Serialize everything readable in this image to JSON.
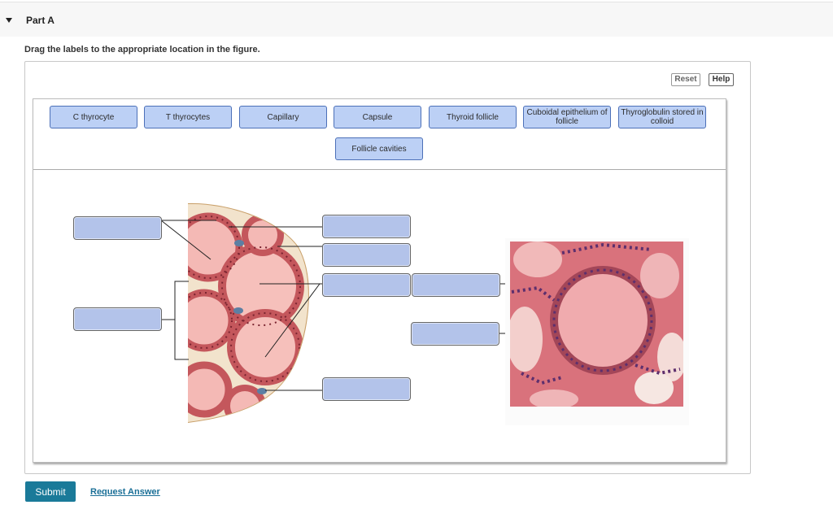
{
  "part": {
    "title": "Part A"
  },
  "instruction": "Drag the labels to the appropriate location in the figure.",
  "toolbar": {
    "reset_label": "Reset",
    "help_label": "Help"
  },
  "labels": [
    "C thyrocyte",
    "T thyrocytes",
    "Capillary",
    "Capsule",
    "Thyroid follicle",
    "Cuboidal epithelium of follicle",
    "Thyroglobulin stored in colloid",
    "Follicle cavities"
  ],
  "actions": {
    "submit_label": "Submit",
    "request_answer_label": "Request Answer"
  },
  "colors": {
    "chip_fill": "#bcd0f5",
    "chip_border": "#4c70b8",
    "submit": "#1a7a99",
    "link": "#1a6f97"
  }
}
